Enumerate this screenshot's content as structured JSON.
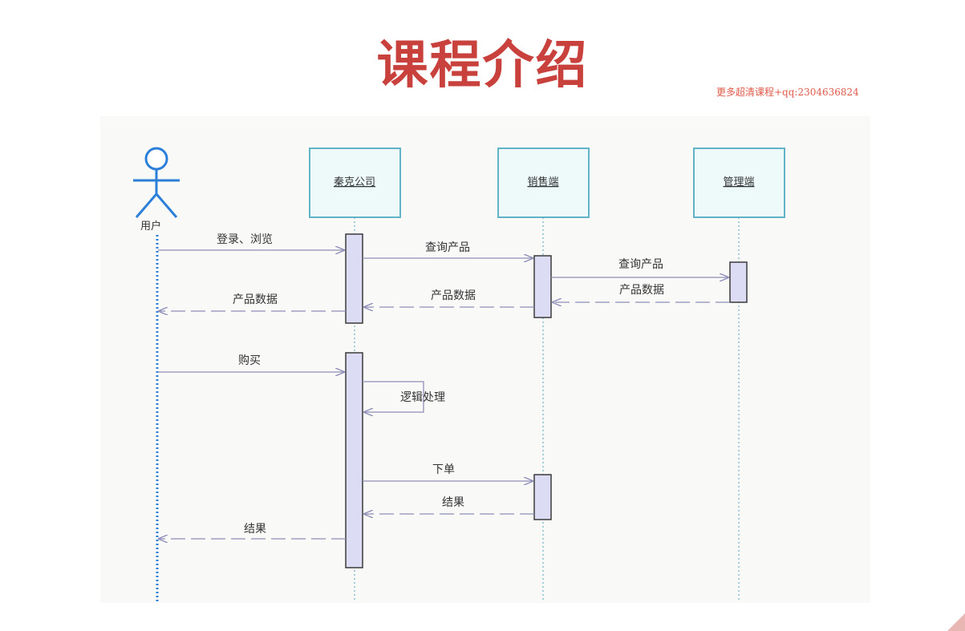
{
  "slide": {
    "title": "课程介绍",
    "watermark": "更多超清课程+qq:2304636824"
  },
  "diagram": {
    "actor": {
      "label": "用户"
    },
    "lifelines": [
      {
        "id": "company",
        "label": "秦克公司"
      },
      {
        "id": "sales",
        "label": "销售端"
      },
      {
        "id": "admin",
        "label": "管理端"
      }
    ],
    "messages": [
      {
        "id": "m1",
        "label": "登录、浏览"
      },
      {
        "id": "m2",
        "label": "查询产品"
      },
      {
        "id": "m3",
        "label": "查询产品"
      },
      {
        "id": "m4",
        "label": "产品数据"
      },
      {
        "id": "m5",
        "label": "产品数据"
      },
      {
        "id": "m6",
        "label": "产品数据"
      },
      {
        "id": "m7",
        "label": "购买"
      },
      {
        "id": "m8",
        "label": "逻辑处理"
      },
      {
        "id": "m9",
        "label": "下单"
      },
      {
        "id": "m10",
        "label": "结果"
      },
      {
        "id": "m11",
        "label": "结果"
      }
    ]
  },
  "colors": {
    "title": "#c8413c",
    "actor": "#2b7fd8",
    "lifeline_box_fill": "#eefafa",
    "lifeline_box_stroke": "#62b3c8",
    "activation_fill": "#dcdcf4",
    "activation_stroke": "#3a3a3a",
    "arrow": "#8e8eb8"
  }
}
